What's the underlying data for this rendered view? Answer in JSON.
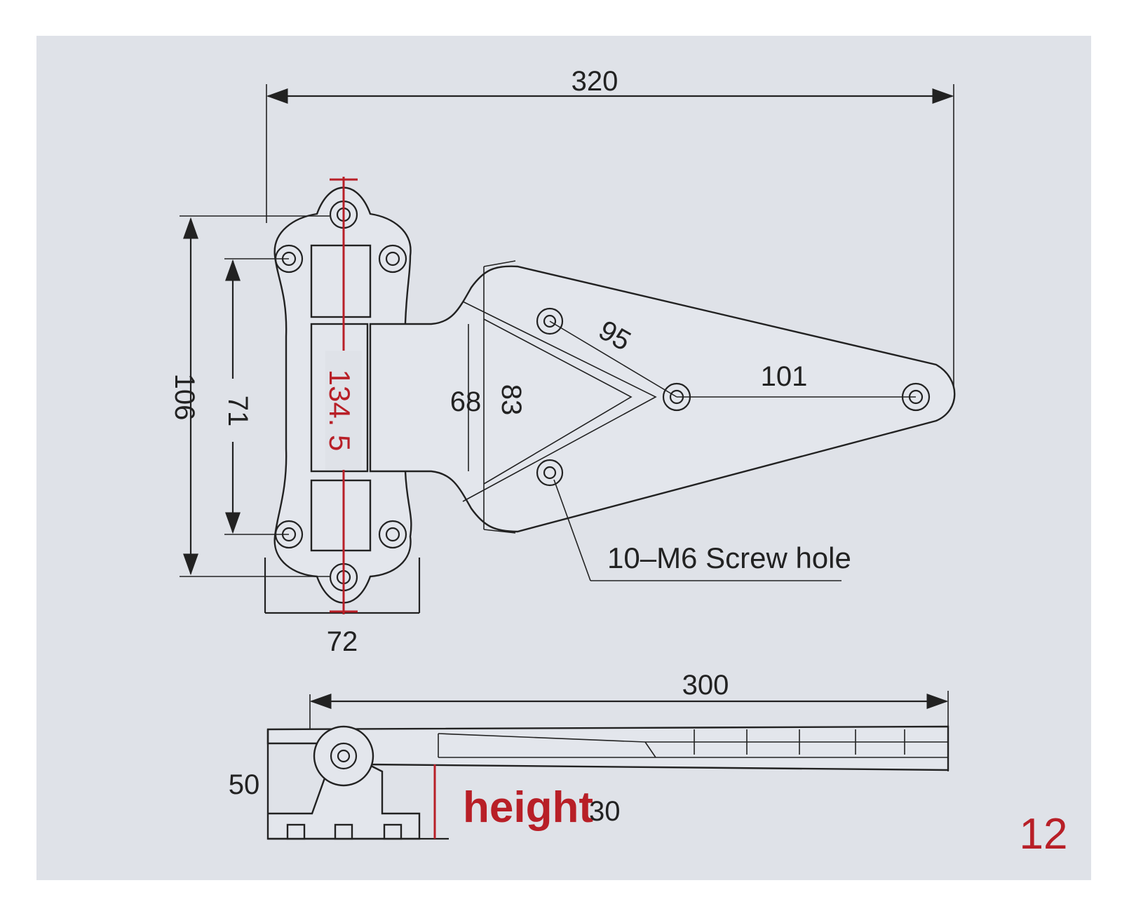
{
  "dimensions": {
    "overall_length": "320",
    "overall_height": "106",
    "inner_height": "71",
    "red_center": "134. 5",
    "leaf_inner": "68",
    "leaf_outer": "83",
    "leaf_diag": "95",
    "leaf_span": "101",
    "base_width": "72",
    "side_length": "300",
    "side_height": "50",
    "height_value": "30"
  },
  "labels": {
    "screw_hole": "10–M6  Screw hole",
    "height_word": "height",
    "model_number": "12"
  },
  "colors": {
    "background": "#dfe2e8",
    "highlight_red": "#b81f27",
    "line": "#222222"
  }
}
